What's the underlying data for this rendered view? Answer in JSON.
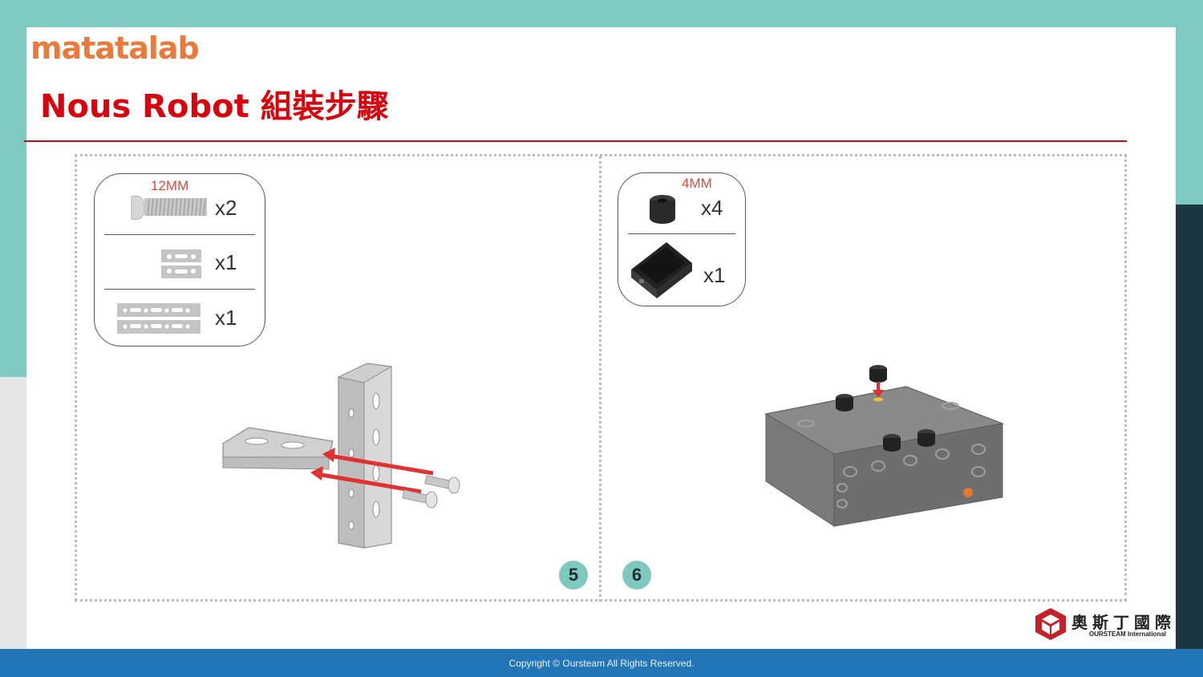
{
  "brand": {
    "logo_text": "matatalab"
  },
  "page": {
    "title": "Nous Robot 組裝步驟"
  },
  "step5": {
    "number": "5",
    "parts": [
      {
        "name": "screw",
        "size": "12MM",
        "qty": "x2"
      },
      {
        "name": "small-plate",
        "qty": "x1"
      },
      {
        "name": "long-plate",
        "qty": "x1"
      }
    ]
  },
  "step6": {
    "number": "6",
    "parts": [
      {
        "name": "nut",
        "size": "4MM",
        "qty": "x4"
      },
      {
        "name": "control-box",
        "qty": "x1"
      }
    ]
  },
  "company": {
    "name_cn": "奧斯丁國際",
    "name_en": "OURSTEAM International"
  },
  "footer": {
    "copyright": "Copyright © Oursteam All Rights Reserved."
  },
  "colors": {
    "title_red": "#d9050e",
    "logo_orange": "#ea7a3c",
    "teal": "#7fcac0",
    "footer_blue": "#2276b8",
    "arrow_red": "#e03030"
  }
}
